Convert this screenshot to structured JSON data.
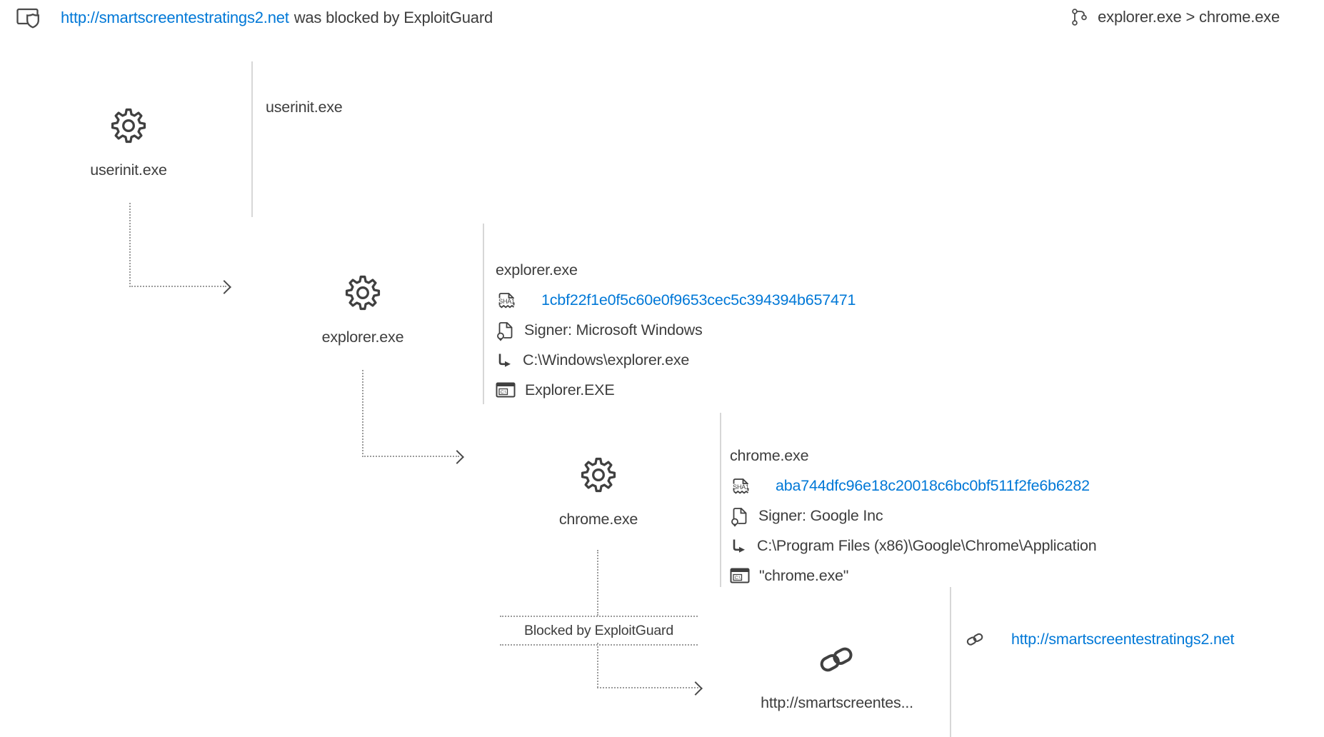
{
  "header": {
    "blocked_url": "http://smartscreentestratings2.net",
    "blocked_text": "was blocked by ExploitGuard",
    "process_chain": "explorer.exe > chrome.exe"
  },
  "colors": {
    "link_blue": "#0078d7",
    "text_dark": "#3d3d3d"
  },
  "tree": {
    "nodes": [
      {
        "id": "userinit",
        "label": "userinit.exe",
        "icon": "gear-icon"
      },
      {
        "id": "explorer",
        "label": "explorer.exe",
        "icon": "gear-icon"
      },
      {
        "id": "chrome",
        "label": "chrome.exe",
        "icon": "gear-icon"
      },
      {
        "id": "url",
        "label": "http://smartscreentes...",
        "icon": "link-icon"
      }
    ],
    "edge_label": "Blocked by ExploitGuard"
  },
  "panels": {
    "userinit": {
      "title": "userinit.exe"
    },
    "explorer": {
      "title": "explorer.exe",
      "sha1": "1cbf22f1e0f5c60e0f9653cec5c394394b657471",
      "signer": "Signer: Microsoft Windows",
      "path": "C:\\Windows\\explorer.exe",
      "command_line": "Explorer.EXE"
    },
    "chrome": {
      "title": "chrome.exe",
      "sha1": "aba744dfc96e18c20018c6bc0bf511f2fe6b6282",
      "signer": "Signer: Google Inc",
      "path": "C:\\Program Files (x86)\\Google\\Chrome\\Application",
      "command_line": "\"chrome.exe\""
    },
    "url": {
      "link": "http://smartscreentestratings2.net"
    }
  }
}
